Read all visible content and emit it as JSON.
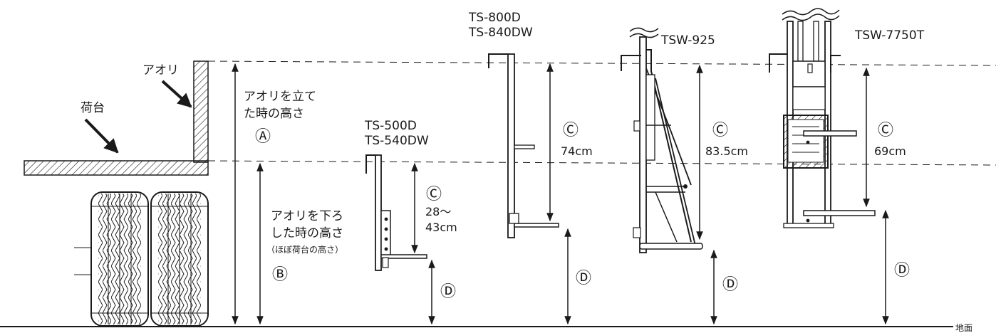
{
  "labels": {
    "aori": "アオリ",
    "nidai": "荷台",
    "aori_up_line1": "アオリを立て",
    "aori_up_line2": "た時の高さ",
    "aori_down_line1": "アオリを下ろ",
    "aori_down_line2": "した時の高さ",
    "aori_down_note": "（ほぼ荷台の高さ）",
    "ground": "地面"
  },
  "markers": {
    "A": "Ⓐ",
    "B": "Ⓑ",
    "C": "Ⓒ",
    "D": "Ⓓ"
  },
  "products": [
    {
      "model_line1": "TS-500D",
      "model_line2": "TS-540DW",
      "c_value_line1": "28～",
      "c_value_line2": "43cm"
    },
    {
      "model_line1": "TS-800D",
      "model_line2": "TS-840DW",
      "c_value_line1": "74cm",
      "c_value_line2": ""
    },
    {
      "model_line1": "TSW-925",
      "model_line2": "",
      "c_value_line1": "83.5cm",
      "c_value_line2": ""
    },
    {
      "model_line1": "TSW-7750T",
      "model_line2": "",
      "c_value_line1": "69cm",
      "c_value_line2": ""
    }
  ]
}
